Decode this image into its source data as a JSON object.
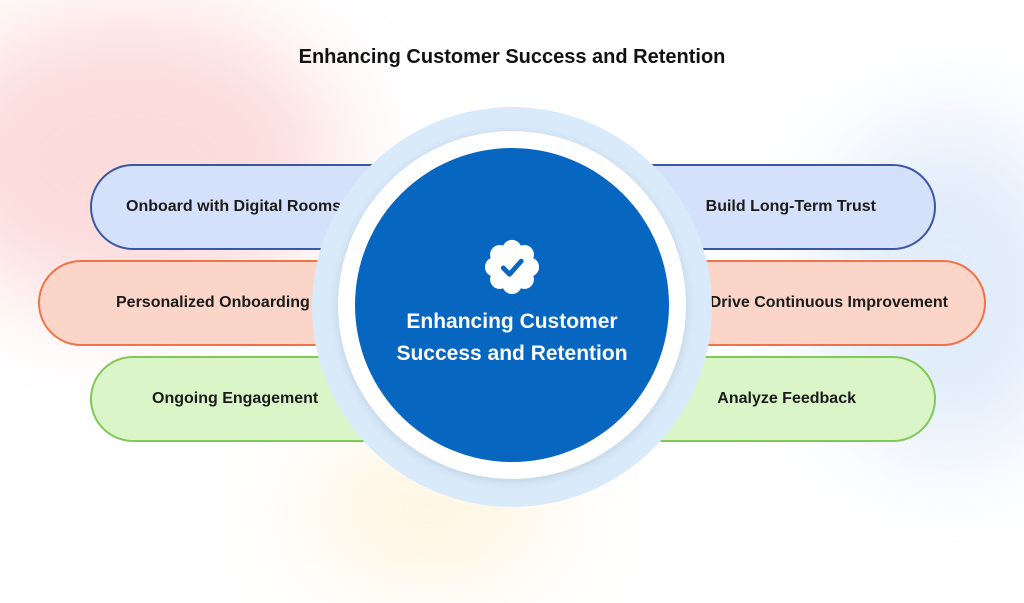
{
  "title": "Enhancing Customer Success and Retention",
  "center": {
    "label": "Enhancing Customer Success and Retention",
    "icon": "verified-badge-icon"
  },
  "items": [
    {
      "label": "Onboard with Digital Rooms",
      "color": "#d5e1fb",
      "border": "#3a57a6"
    },
    {
      "label": "Personalized Onboarding",
      "color": "#fbd5c8",
      "border": "#ef7348"
    },
    {
      "label": "Ongoing Engagement",
      "color": "#daf5c8",
      "border": "#80c957"
    },
    {
      "label": "Build Long-Term Trust",
      "color": "#d5e1fb",
      "border": "#3a57a6"
    },
    {
      "label": "Drive Continuous Improvement",
      "color": "#fbd5c8",
      "border": "#ef7348"
    },
    {
      "label": "Analyze Feedback",
      "color": "#daf5c8",
      "border": "#80c957"
    }
  ],
  "colors": {
    "core": "#0666c0",
    "halo": "#d9ebfb"
  }
}
